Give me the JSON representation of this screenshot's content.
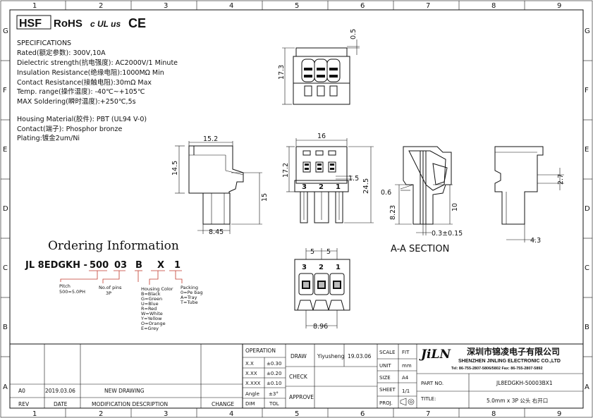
{
  "border": {
    "columns": [
      "1",
      "2",
      "3",
      "4",
      "5",
      "6",
      "7",
      "8",
      "9"
    ],
    "rows": [
      "G",
      "F",
      "E",
      "D",
      "C",
      "B",
      "A"
    ]
  },
  "header": {
    "hsf": "HSF",
    "rohs": "RoHS",
    "ul": "c UL us",
    "ce": "CE"
  },
  "specs": {
    "heading": "SPECIFICATIONS",
    "lines": [
      "Rated(额定参数): 300V,10A",
      "Dielectric strength(抗电强度): AC2000V/1 Minute",
      "Insulation Resistance(绝缘电阻):1000MΩ Min",
      "Contact Resistance(接触电阻):30mΩ Max",
      "Temp. range(操作温度): -40℃~+105℃",
      "MAX Soldering(瞬时温度):+250℃,5s"
    ],
    "material_lines": [
      "Housing Material(胶件): PBT (UL94 V-0)",
      "Contact(端子): Phosphor bronze",
      "Plating:镀金2um/Ni"
    ]
  },
  "dims": {
    "top_05": "0.5",
    "top_173": "17.3",
    "side_152": "15.2",
    "side_145": "14.5",
    "side_15": "15",
    "side_845": "8.45",
    "front_16": "16",
    "front_172": "17.2",
    "front_15": "1.5",
    "front_245": "24.5",
    "sec_06": "0.6",
    "sec_823": "8.23",
    "sec_10": "10",
    "sec_03": "0.3±0.15",
    "right_27": "2.7",
    "right_43": "4.3",
    "bot_5a": "5",
    "bot_5b": "5",
    "bot_896": "8.96"
  },
  "pins": [
    "3",
    "2",
    "1"
  ],
  "section_label": "A-A  SECTION",
  "ordering": {
    "title": "Ordering Information",
    "code_prefix": "JL 8EDGKH -",
    "code_pitch": "500",
    "code_pins": "03",
    "code_color": "B",
    "code_pack": "X",
    "code_suffix": "1",
    "pitch_label": "Pitch\n500=5.0PH",
    "pins_label": "No.of pins\n3P",
    "color_label": "Housing Color\nB=Black\nG=Green\nU=Blue\nR=Red\nW=White\nY=Yellow\nO=Orange\nE=Grey",
    "pack_label": "Packing\n0=Pe bag\nA=Tray\nT=Tube"
  },
  "title_block": {
    "operation": "OPERATION",
    "draw": "DRAW",
    "drawer": "Yiyusheng",
    "draw_date": "19.03.06",
    "check": "CHECK",
    "approve": "APPROVE",
    "tol_rows": [
      {
        "k": "X.X",
        "v": "±0.30"
      },
      {
        "k": "X.XX",
        "v": "±0.20"
      },
      {
        "k": "X.XXX",
        "v": "±0.10"
      },
      {
        "k": "Angle",
        "v": "±3°"
      }
    ],
    "dim": "DIM",
    "tol": "TOL",
    "scale": "SCALE",
    "fit": "FIT",
    "unit": "UNIT",
    "unit_val": "mm",
    "size": "SIZE",
    "size_val": "A4",
    "sheet": "SHEET",
    "sheet_val": "1/1",
    "proj": "PROJ.",
    "company_logo": "JiLN",
    "company_cn": "深圳市锦凌电子有限公司",
    "company_en": "SHENZHEN JINLING ELECTRONIC CO.,LTD",
    "company_tel": "Tel: 86-755-2807-5806/5802   Fax: 86-755-2807-5892",
    "part_no_label": "PART NO.",
    "part_no": "JL8EDGKH-50003BX1",
    "title_label": "TITLE:",
    "title_val": "5.0mm x 3P 公头 右开口",
    "rev_row": {
      "rev": "A0",
      "date": "2019.03.06",
      "desc": "NEW DRAWING"
    },
    "rev_headers": {
      "rev": "REV",
      "date": "DATE",
      "desc": "MODIFICATION DESCRIPTION",
      "change": "CHANGE"
    }
  }
}
